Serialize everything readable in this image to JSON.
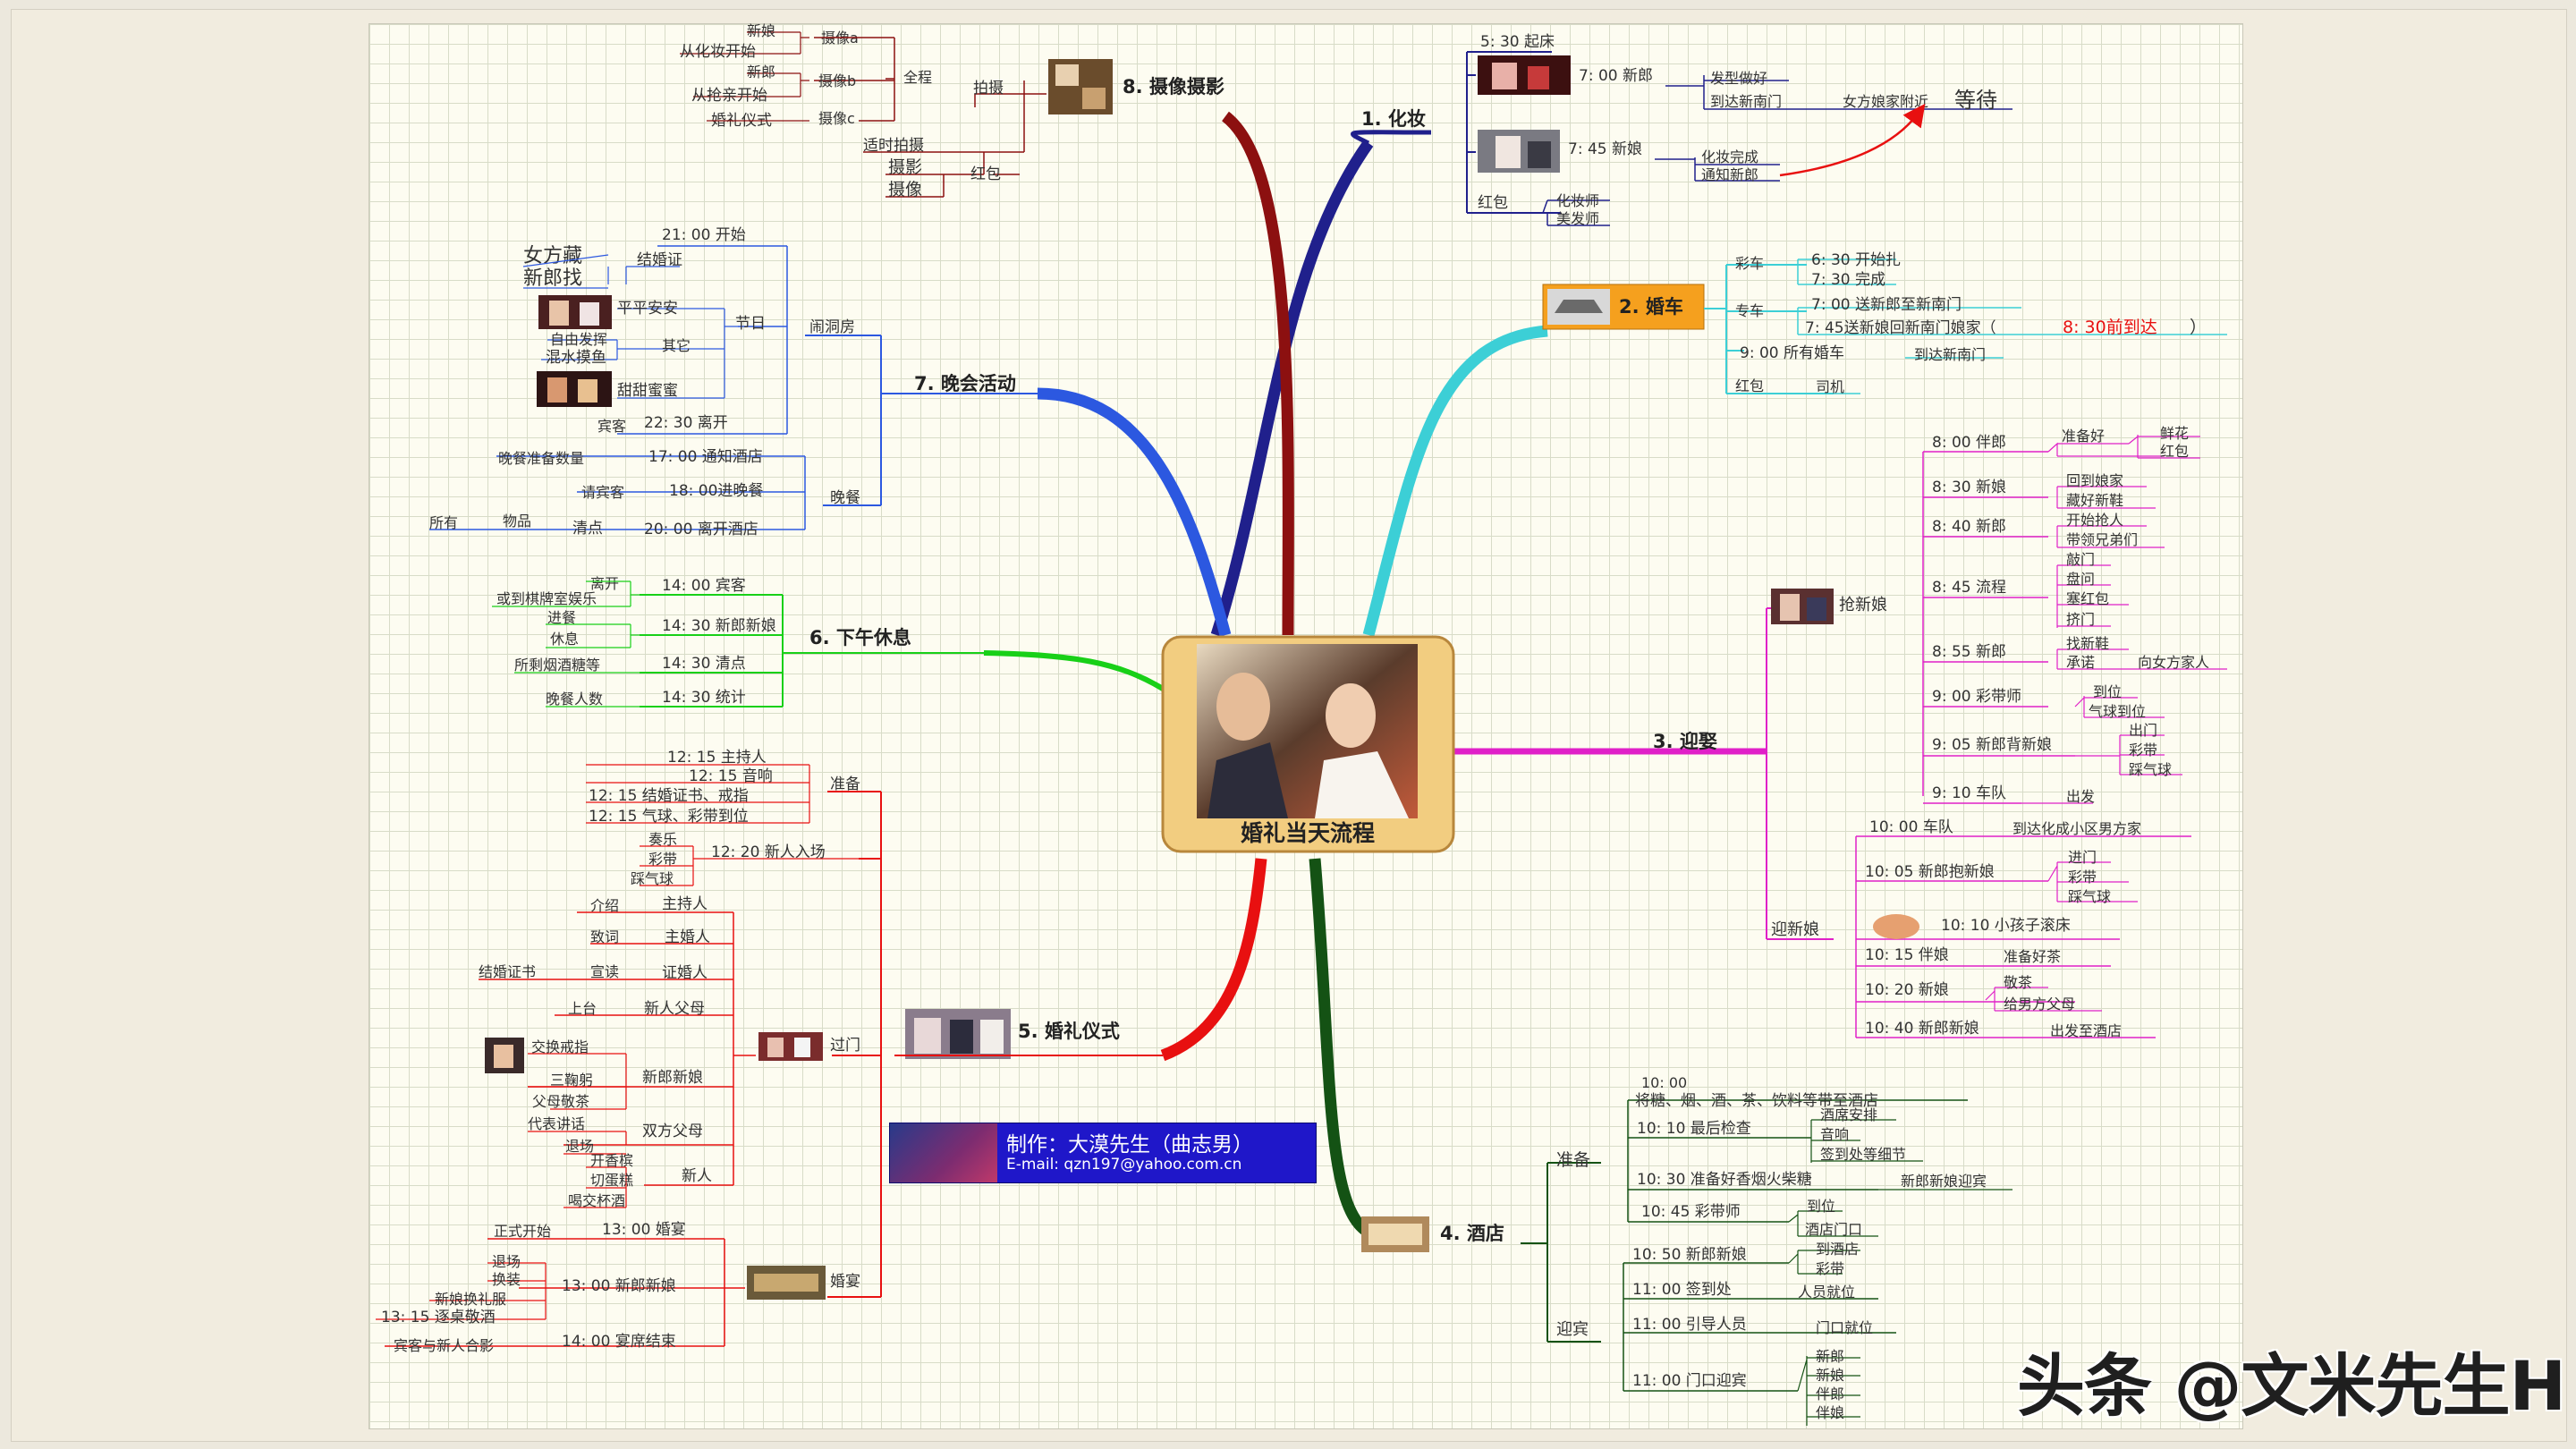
{
  "center_title": "婚礼当天流程",
  "watermark": "头条 @文米先生H",
  "credit": {
    "name": "制作：大漠先生（曲志男）",
    "email": "E-mail: qzn197@yahoo.com.cn"
  },
  "colors": {
    "makeup": "#20208c",
    "car": "#3ccfd6",
    "pickup": "#e020c8",
    "hotel": "#145214",
    "ceremony": "#e81010",
    "rest": "#18d018",
    "evening": "#2c58e0",
    "photo": "#8c1010",
    "node_orange": "#f5a01e",
    "credit_bg": "#1f17c9"
  },
  "branches": {
    "makeup": {
      "label": "1. 化妆"
    },
    "car": {
      "label": "2. 婚车"
    },
    "pickup": {
      "label": "3. 迎娶"
    },
    "hotel": {
      "label": "4. 酒店"
    },
    "ceremony": {
      "label": "5. 婚礼仪式"
    },
    "rest": {
      "label": "6. 下午休息"
    },
    "evening": {
      "label": "7. 晚会活动"
    },
    "photo": {
      "label": "8. 摄像摄影"
    }
  },
  "labels": [
    "5: 30 起床",
    "7: 00 新郎",
    "发型做好",
    "到达新南门",
    "女方娘家附近",
    "等待",
    "7: 45 新娘",
    "化妆完成",
    "通知新郎",
    "红包",
    "化妆师",
    "美发师",
    "彩车",
    "6: 30 开始扎",
    "7: 30 完成",
    "专车",
    "7: 00 送新郎至新南门",
    "7: 45送新娘回新南门娘家（",
    "8: 30前到达",
    "）",
    "9: 00 所有婚车",
    "到达新南门",
    "红包",
    "司机",
    "抢新娘",
    "8: 00 伴郎",
    "准备好",
    "鲜花",
    "红包",
    "8: 30 新娘",
    "回到娘家",
    "藏好新鞋",
    "8: 40 新郎",
    "开始抢人",
    "带领兄弟们",
    "8: 45 流程",
    "敲门",
    "盘问",
    "塞红包",
    "挤门",
    "8: 55 新郎",
    "找新鞋",
    "承诺",
    "向女方家人",
    "9: 00 彩带师",
    "到位",
    "气球到位",
    "9: 05 新郎背新娘",
    "出门",
    "彩带",
    "踩气球",
    "9: 10 车队",
    "出发",
    "迎新娘",
    "10: 00 车队",
    "到达化成小区男方家",
    "10: 05 新郎抱新娘",
    "进门",
    "彩带",
    "踩气球",
    "10: 10 小孩子滚床",
    "10: 15 伴娘",
    "准备好茶",
    "10: 20 新娘",
    "敬茶",
    "给男方父母",
    "10: 40 新郎新娘",
    "出发至酒店",
    "准备",
    "10: 00",
    "将糖、烟、酒、茶、饮料等带至酒店",
    "10: 10 最后检查",
    "酒席安排",
    "音响",
    "签到处等细节",
    "10: 30 准备好香烟火柴糖",
    "新郎新娘迎宾",
    "10: 45 彩带师",
    "到位",
    "酒店门口",
    "迎宾",
    "10: 50 新郎新娘",
    "到酒店",
    "彩带",
    "11: 00 签到处",
    "人员就位",
    "11: 00 引导人员",
    "门口就位",
    "11: 00 门口迎宾",
    "新郎",
    "新娘",
    "伴郎",
    "伴娘",
    "准备",
    "12: 15 主持人",
    "12: 15 音响",
    "12: 15 结婚证书、戒指",
    "12: 15 气球、彩带到位",
    "奏乐",
    "彩带",
    "踩气球",
    "12: 20 新人入场",
    "过门",
    "介绍",
    "主持人",
    "致词",
    "主婚人",
    "结婚证书",
    "宣读",
    "证婚人",
    "上台",
    "新人父母",
    "交换戒指",
    "三鞠躬",
    "父母敬茶",
    "新郎新娘",
    "代表讲话",
    "退场",
    "双方父母",
    "开香槟",
    "切蛋糕",
    "喝交杯酒",
    "新人",
    "婚宴",
    "正式开始",
    "13: 00 婚宴",
    "退场",
    "换装",
    "新娘换礼服",
    "13: 15 逐桌敬酒",
    "13: 00 新郎新娘",
    "宾客与新人合影",
    "14: 00 宴席结束",
    "离开",
    "14: 00 宾客",
    "或到棋牌室娱乐",
    "进餐",
    "休息",
    "14: 30 新郎新娘",
    "所剩烟酒糖等",
    "14: 30 清点",
    "晚餐人数",
    "14: 30 统计",
    "闹洞房",
    "21: 00 开始",
    "结婚证",
    "女方藏",
    "新郎找",
    "节日",
    "平平安安",
    "其它",
    "自由发挥",
    "混水摸鱼",
    "甜甜蜜蜜",
    "宾客",
    "22: 30 离开",
    "晚餐",
    "晚餐准备数量",
    "17: 00 通知酒店",
    "请宾客",
    "18: 00进晚餐",
    "所有",
    "物品",
    "清点",
    "20: 00 离开酒店",
    "全程",
    "摄像a",
    "新娘",
    "从化妆开始",
    "摄像b",
    "新郎",
    "从抢亲开始",
    "摄像c",
    "婚礼仪式",
    "拍摄",
    "适时拍摄",
    "红包",
    "摄影",
    "摄像"
  ]
}
